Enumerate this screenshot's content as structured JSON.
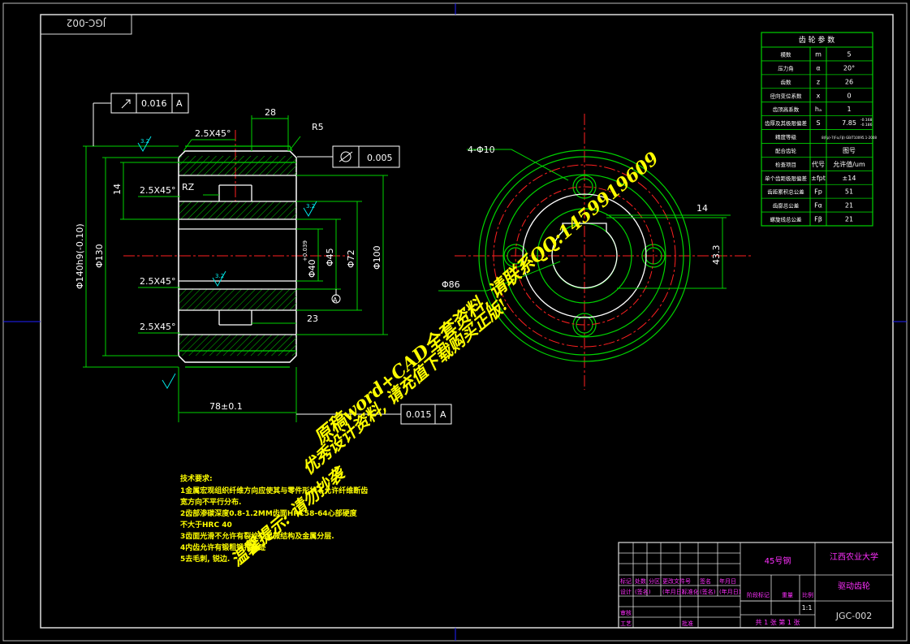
{
  "drawing_number": "JGC-002",
  "drawing_number_mirrored": "JGC-002",
  "gear_table": {
    "header": [
      "齿 轮 参 数"
    ],
    "rows": [
      {
        "name": "模数",
        "sym": "m",
        "val": "5"
      },
      {
        "name": "压力角",
        "sym": "α",
        "val": "20°"
      },
      {
        "name": "齿数",
        "sym": "z",
        "val": "26"
      },
      {
        "name": "径向变位系数",
        "sym": "x",
        "val": "0"
      },
      {
        "name": "齿顶高系数",
        "sym": "hₐ",
        "val": "1"
      },
      {
        "name": "齿厚及其极限偏差",
        "sym": "S",
        "val": "7.85"
      },
      {
        "name": "精度等级",
        "sym": "",
        "val": "8(Fp)-7(Fα,Fβ) GB/T10095.1-2008"
      },
      {
        "name": "配合齿轮",
        "sym": "",
        "val": "图号"
      },
      {
        "name": "检查项目",
        "sym": "代号",
        "val": "允许值/um"
      },
      {
        "name": "单个齿距极限偏差",
        "sym": "±fpt",
        "val": "±14"
      },
      {
        "name": "齿距累积总公差",
        "sym": "Fp",
        "val": "51"
      },
      {
        "name": "齿廓总公差",
        "sym": "Fα",
        "val": "21"
      },
      {
        "name": "螺旋线总公差",
        "sym": "Fβ",
        "val": "21"
      }
    ],
    "thickness_tol_upper": "-0.168",
    "thickness_tol_lower": "-0.186"
  },
  "dims": {
    "d28": "28",
    "r5": "R5",
    "ch_top": "2.5X45°",
    "ch_mid": "2.5X45°",
    "ch_low1": "2.5X45°",
    "ch_low2": "2.5X45°",
    "rz": "RZ",
    "d14": "14",
    "d23": "23",
    "dia140": "Φ140h9(-0.10)",
    "dia130": "Φ130",
    "dia40": "Φ40",
    "dia40_tol": "+0.039",
    "dia45": "Φ45",
    "dia72": "Φ72",
    "dia100": "Φ100",
    "len78": "78±0.1",
    "holes": "4-Φ10",
    "dia86": "Φ86",
    "key14": "14",
    "key433": "43.3",
    "datum": "A",
    "runout_top": "0.016",
    "cyl_tol": "0.005",
    "runout_bottom": "0.015",
    "rough": "3.2"
  },
  "tech_req": {
    "title": "技术要求:",
    "lines": [
      "1金属宏观组织纤维方向应使其与零件形状不允许纤维断齿",
      "宽方向不平行分布.",
      "2齿部渗碳深度0.8-1.2MM齿面HRC58-64心部硬度",
      "不大于HRC 40",
      "3齿面光滑不允许有裂纹及显微结构及金属分层.",
      "4内齿允许有锻粗锻打痕迹",
      "5去毛刺, 锐边."
    ]
  },
  "title_block": {
    "material": "45号钢",
    "school": "江西农业大学",
    "part_name": "驱动齿轮",
    "number": "JGC-002",
    "scale": "1:1",
    "sheets": "共 1 张 第 1 张",
    "col_labels": [
      "标记",
      "处数",
      "分区",
      "更改文件号",
      "签名",
      "年月日"
    ],
    "row2_labels": [
      "设计",
      "(签名)",
      "(年月日)",
      "标准化",
      "(签名)",
      "(年月日)"
    ],
    "stage_labels": [
      "阶段标记",
      "重量",
      "比例"
    ],
    "shenhe": "审核",
    "gongyi": "工艺",
    "pizhun": "批准"
  },
  "watermark": {
    "line1": "原稿word+CAD全套资料, 请联系QQ:1459919609",
    "line2": "优秀设计资料, 请充值下载购买正版!",
    "line3": "温馨提示: 请勿抄袭"
  },
  "colors": {
    "bg": "#000000",
    "frame": "#e6e6e6",
    "green": "#00d200",
    "red": "#ff2020",
    "white": "#ffffff",
    "cyan": "#00e5e5",
    "blue": "#2020ff",
    "yellow": "#ffff00",
    "magenta": "#ff30ff"
  }
}
